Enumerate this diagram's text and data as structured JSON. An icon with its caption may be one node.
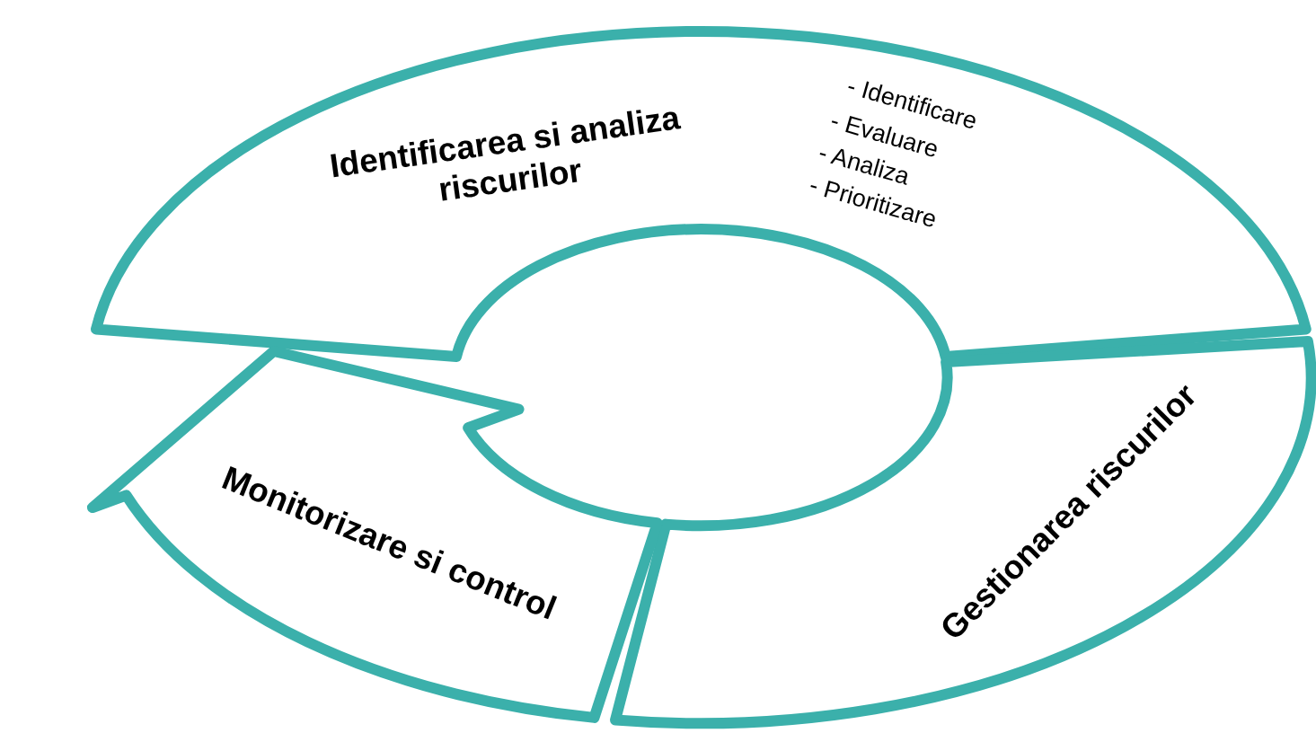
{
  "diagram": {
    "nodes": [
      {
        "text": [
          "Identificarea si analiza riscurilor",
          "- Identificare",
          "- Evaluare",
          "- Analiza",
          "- Prioritizare"
        ]
      },
      {
        "text": [
          "Gestionarea riscurilor"
        ]
      },
      {
        "text": [
          "Monitorizare si control"
        ]
      }
    ],
    "edges": []
  }
}
